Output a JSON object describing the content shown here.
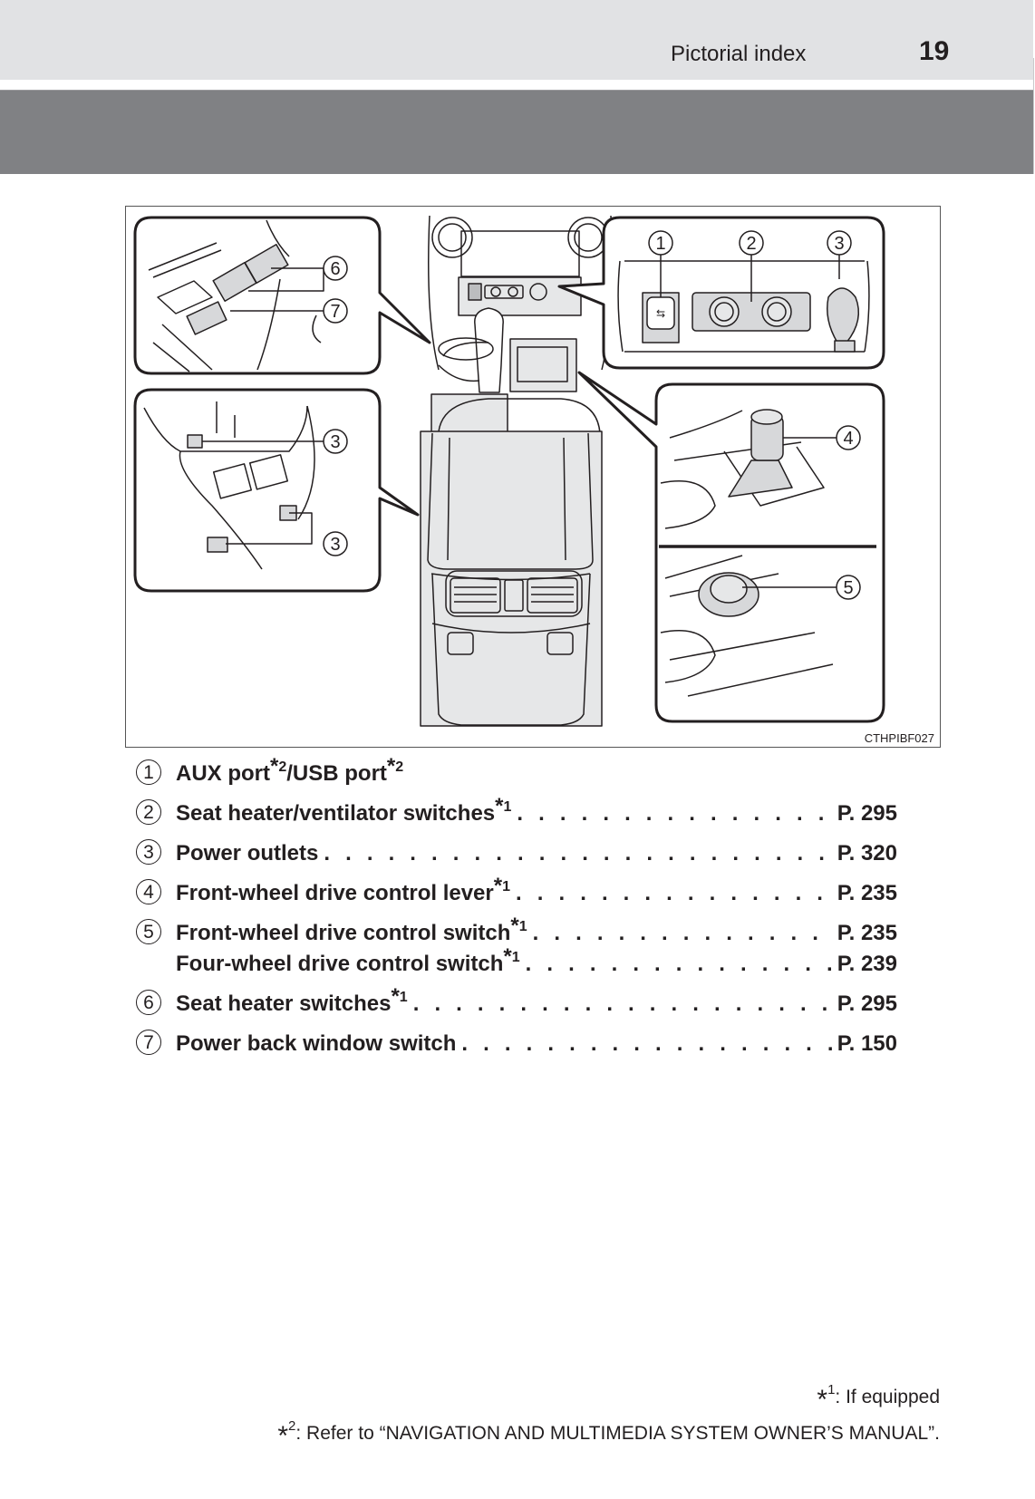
{
  "header": {
    "section_title": "Pictorial index",
    "page_number": "19"
  },
  "figure": {
    "code": "CTHPIBF027",
    "callouts": {
      "top_left": [
        "6",
        "7"
      ],
      "mid_left": [
        "3",
        "3"
      ],
      "top_right": [
        "1",
        "2",
        "3"
      ],
      "right_upper": [
        "4"
      ],
      "right_lower": [
        "5"
      ]
    },
    "colors": {
      "line": "#231f20",
      "fill_grey": "#d7d8da",
      "highlight_grey": "#e6e7e8"
    }
  },
  "index": [
    {
      "num": "1",
      "label": "AUX port",
      "sup1": "2",
      "label2": "/USB port",
      "sup2": "2",
      "page": ""
    },
    {
      "num": "2",
      "label": "Seat heater/ventilator switches",
      "sup1": "1",
      "page": "P. 295"
    },
    {
      "num": "3",
      "label": "Power outlets",
      "page": "P. 320"
    },
    {
      "num": "4",
      "label": "Front-wheel drive control lever",
      "sup1": "1",
      "page": "P. 235"
    },
    {
      "num": "5",
      "label": "Front-wheel drive control switch",
      "sup1": "1",
      "page": "P. 235"
    },
    {
      "num": "",
      "label": "Four-wheel drive control switch",
      "sup1": "1",
      "page": "P. 239"
    },
    {
      "num": "6",
      "label": "Seat heater switches",
      "sup1": "1",
      "page": "P. 295"
    },
    {
      "num": "7",
      "label": "Power back window switch",
      "page": "P. 150"
    }
  ],
  "leader": ". . . . . . . . . . . . . . . . . . . . . . . . . . . . . . . . . . . . . . . . . . . .",
  "star": "*",
  "footnotes": [
    {
      "mark": "1",
      "text": ": If equipped"
    },
    {
      "mark": "2",
      "text": ": Refer to “NAVIGATION AND MULTIMEDIA SYSTEM OWNER’S MANUAL”."
    }
  ]
}
